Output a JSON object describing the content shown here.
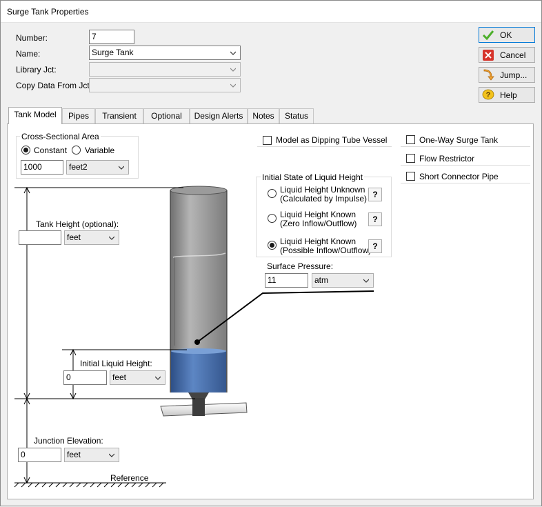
{
  "window": {
    "title": "Surge Tank Properties"
  },
  "form": {
    "number_label": "Number:",
    "number_value": "7",
    "name_label": "Name:",
    "name_value": "Surge Tank",
    "library_label": "Library Jct:",
    "library_value": "",
    "copy_label": "Copy Data From Jct...",
    "copy_value": ""
  },
  "buttons": {
    "ok": "OK",
    "cancel": "Cancel",
    "jump": "Jump...",
    "help": "Help"
  },
  "tabs": [
    {
      "label": "Tank Model"
    },
    {
      "label": "Pipes"
    },
    {
      "label": "Transient"
    },
    {
      "label": "Optional"
    },
    {
      "label": "Design Alerts"
    },
    {
      "label": "Notes"
    },
    {
      "label": "Status"
    }
  ],
  "area": {
    "group_label": "Cross-Sectional Area",
    "constant_label": "Constant",
    "variable_label": "Variable",
    "selected": "Constant",
    "value": "1000",
    "unit": "feet2"
  },
  "options": {
    "dipping_tube_label": "Model as Dipping Tube Vessel",
    "one_way_label": "One-Way Surge Tank",
    "flow_restrictor_label": "Flow Restrictor",
    "short_pipe_label": "Short Connector Pipe"
  },
  "initial_state": {
    "group_label": "Initial State of Liquid Height",
    "opt1_line1": "Liquid Height Unknown",
    "opt1_line2": "(Calculated by Impulse)",
    "opt2_line1": "Liquid Height Known",
    "opt2_line2": "(Zero Inflow/Outflow)",
    "opt3_line1": "Liquid Height Known",
    "opt3_line2": "(Possible Inflow/Outflow)",
    "selected": 3,
    "help_glyph": "?"
  },
  "surface_pressure": {
    "label": "Surface Pressure:",
    "value": "11",
    "unit": "atm"
  },
  "tank_height": {
    "label": "Tank Height (optional):",
    "value": "",
    "unit": "feet"
  },
  "liquid_height": {
    "label": "Initial Liquid Height:",
    "value": "0",
    "unit": "feet"
  },
  "junction_elevation": {
    "label": "Junction Elevation:",
    "value": "0",
    "unit": "feet"
  },
  "reference_label": "Reference",
  "icons": {
    "ok": "checkmark-icon",
    "cancel": "red-x-icon",
    "jump": "orange-arrow-icon",
    "help": "question-speech-icon"
  },
  "colors": {
    "liquid": "#3f6aa8",
    "tank": "#8f8f8f",
    "ok_green": "#4caf2a",
    "cancel_red": "#d6332a"
  }
}
